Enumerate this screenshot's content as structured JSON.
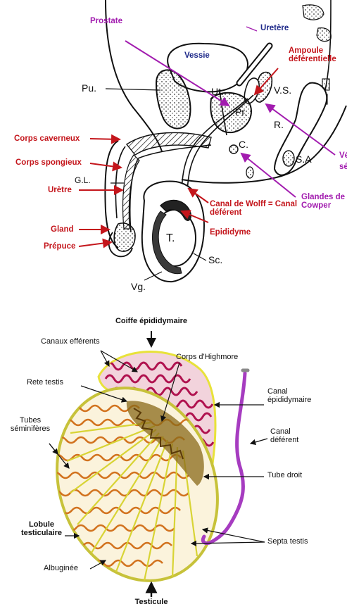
{
  "top_diagram": {
    "labels": {
      "prostate": "Prostate",
      "uretere": "Uretère",
      "vessie": "Vessie",
      "ampoule": "Ampoule déférentielle",
      "pu": "Pu.",
      "ut": "Ut.",
      "pr": "Pr.",
      "vs": "V.S.",
      "r": "R.",
      "c": "C.",
      "sa": "S.A",
      "ve": "Vé",
      "se": "sé",
      "corps_caverneux": "Corps caverneux",
      "corps_spongieux": "Corps spongieux",
      "gl": "G.L.",
      "uretre": "Urètre",
      "gland": "Gland",
      "prepuce": "Prépuce",
      "glandes_cowper": "Glandes de Cowper",
      "canal_wolff": "Canal de Wolff = Canal déférent",
      "epididyme": "Epididyme",
      "t": "T.",
      "sc": "Sc.",
      "vg": "Vg."
    }
  },
  "bottom_diagram": {
    "labels": {
      "coiffe": "Coiffe épididymaire",
      "canaux_efferents": "Canaux efférents",
      "corps_highmore": "Corps d'Highmore",
      "rete_testis": "Rete testis",
      "canal_epididymaire": "Canal épididymaire",
      "tubes_seminiferes": "Tubes séminifères",
      "canal_deferent": "Canal déférent",
      "tube_droit": "Tube droit",
      "lobule": "Lobule testiculaire",
      "septa": "Septa testis",
      "albuginee": "Albuginée",
      "testicule": "Testicule"
    }
  },
  "colors": {
    "red_label": "#c4161c",
    "magenta_label": "#a21caf",
    "blue_label": "#1f2a8a",
    "epididymis": "#b0124f",
    "tubule_orange": "#d2731f",
    "capsule_yellow": "#e8e23a",
    "vas_deferens": "#a63cc0"
  }
}
